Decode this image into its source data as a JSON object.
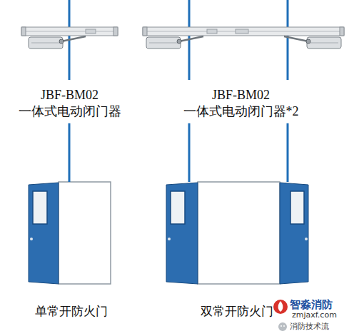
{
  "diagram": {
    "nodes": [
      {
        "text": [
          "JBF-BM02 一体式电动闭门器"
        ]
      },
      {
        "text": [
          "JBF-BM02 一体式电动闭门器*2"
        ]
      },
      {
        "text": [
          "单常开防火门"
        ]
      },
      {
        "text": [
          "双常开防火门"
        ]
      }
    ],
    "edges": [
      {
        "from": 0,
        "to": 2,
        "arrow": "none"
      },
      {
        "from": 1,
        "to": 3,
        "arrow": "none"
      },
      {
        "from": 1,
        "to": 3,
        "arrow": "none"
      }
    ],
    "labels": [
      "智淼消防",
      "zmjaxf.com",
      "消防技术流"
    ]
  }
}
